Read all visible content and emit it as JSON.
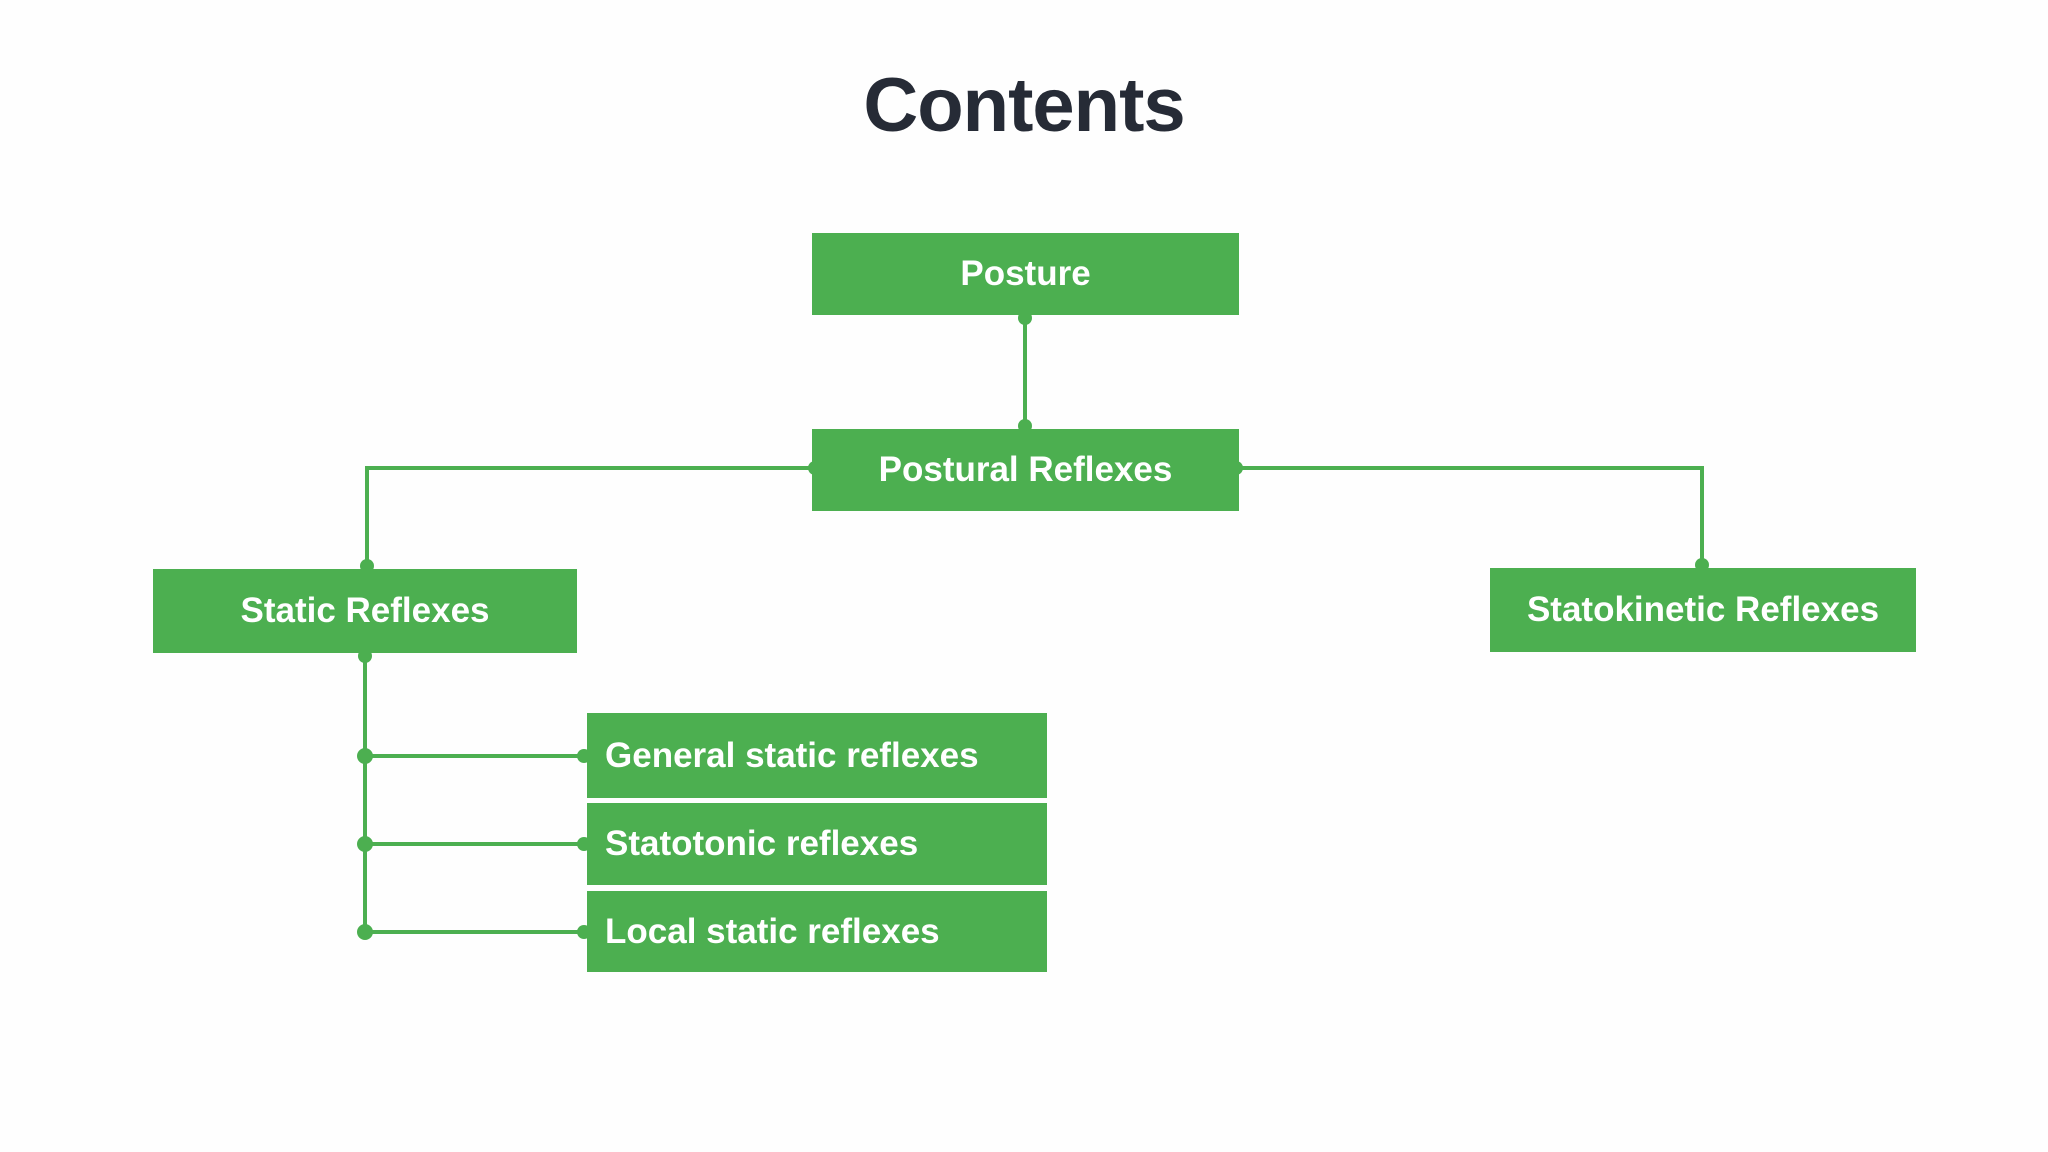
{
  "title": "Contents",
  "colors": {
    "node_fill": "#4caf50",
    "connector": "#4caf50",
    "node_text": "#ffffff",
    "title_text": "#262b36",
    "background": "#fefefe"
  },
  "diagram": {
    "type": "hierarchy-flowchart",
    "root": {
      "label": "Posture"
    },
    "level2": {
      "label": "Postural Reflexes"
    },
    "branches": {
      "static": {
        "label": "Static Reflexes",
        "children": [
          {
            "label": "General static reflexes"
          },
          {
            "label": "Statotonic reflexes"
          },
          {
            "label": "Local static reflexes"
          }
        ]
      },
      "statokinetic": {
        "label": "Statokinetic Reflexes"
      }
    },
    "edges": [
      "Posture -> Postural Reflexes",
      "Postural Reflexes -> Static Reflexes",
      "Postural Reflexes -> Statokinetic Reflexes",
      "Static Reflexes -> General static reflexes",
      "Static Reflexes -> Statotonic reflexes",
      "Static Reflexes -> Local static reflexes"
    ]
  }
}
